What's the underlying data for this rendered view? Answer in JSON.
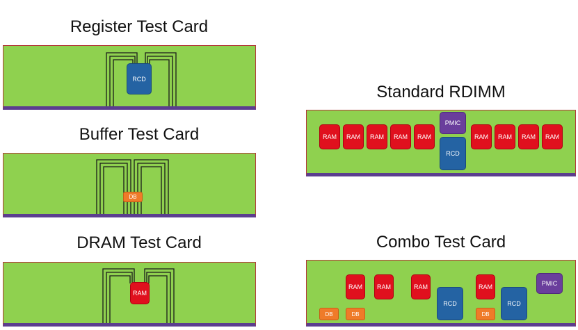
{
  "cards": {
    "register": {
      "title": "Register Test Card",
      "chip": "RCD"
    },
    "buffer": {
      "title": "Buffer Test Card",
      "chip": "DB"
    },
    "dram": {
      "title": "DRAM Test Card",
      "chip": "RAM"
    },
    "rdimm": {
      "title": "Standard RDIMM",
      "ram_label": "RAM",
      "pmic_label": "PMIC",
      "rcd_label": "RCD"
    },
    "combo": {
      "title": "Combo Test Card",
      "ram_label": "RAM",
      "db_label": "DB",
      "rcd_label": "RCD",
      "pmic_label": "PMIC"
    }
  },
  "colors": {
    "board": "#8fd14f",
    "board_edge": "#5b3e8f",
    "ram": "#e0101e",
    "rcd": "#2463a3",
    "db": "#ef7b29",
    "pmic": "#6a3e9c"
  }
}
